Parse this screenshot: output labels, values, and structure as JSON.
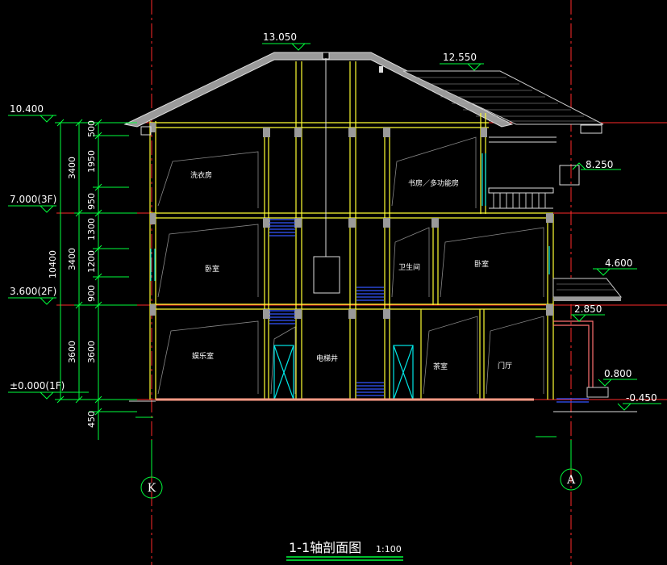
{
  "drawing": {
    "title": "1-1轴剖面图",
    "scale": "1:100"
  },
  "levels": {
    "roof_ridge": "13.050",
    "roof_right": "12.550",
    "eave_left": "10.400",
    "floor_3f": "7.000(3F)",
    "balcony_right": "8.250",
    "floor_2f": "3.600(2F)",
    "canopy_upper": "4.600",
    "canopy_lower": "2.850",
    "floor_1f": "±0.000(1F)",
    "step": "0.800",
    "ground": "-0.450"
  },
  "dimensions": {
    "total": "10400",
    "storey_3f": "3400",
    "storey_2f": "3400",
    "storey_1f": "3600",
    "storey_1f_inner": "3600",
    "plinth": "450",
    "parts": [
      "500",
      "1950",
      "950",
      "1300",
      "1200",
      "900"
    ]
  },
  "rooms": {
    "laundry": "洗衣房",
    "study": "书房／多功能房",
    "bedroom_left": "卧室",
    "bathroom": "卫生间",
    "bedroom_right": "卧室",
    "entertainment": "娱乐室",
    "elevator": "电梯井",
    "tea_room": "茶室",
    "foyer": "门厅"
  },
  "axes": {
    "left": "K",
    "right": "A"
  },
  "colors": {
    "red_line": "#ff2a2a",
    "green_line": "#00ff3c",
    "yellow_line": "#ffff33",
    "cyan_line": "#00e5e5",
    "gray_fill": "#9a9a9a",
    "blue_stair": "#3355ff",
    "salmon_slab": "#ff9b86"
  }
}
